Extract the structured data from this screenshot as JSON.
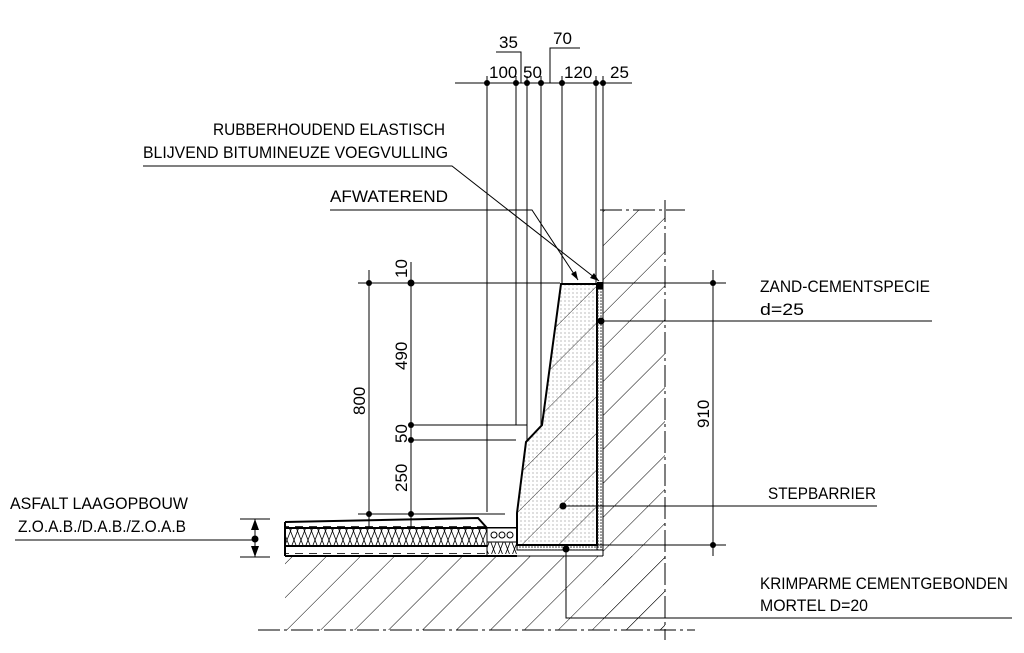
{
  "top_dimensions": {
    "d100": "100",
    "d50": "50",
    "d120": "120",
    "d25": "25",
    "d35": "35",
    "d70": "70"
  },
  "left_dimensions": {
    "d10": "10",
    "d490": "490",
    "d50": "50",
    "d250": "250",
    "d800": "800"
  },
  "right_dimensions": {
    "d910": "910"
  },
  "labels": {
    "joint_line1": "RUBBERHOUDEND ELASTISCH",
    "joint_line2": "BLIJVEND BITUMINEUZE VOEGVULLING",
    "drainage": "AFWATEREND",
    "mortar_line1": "ZAND-CEMENTSPECIE",
    "mortar_line2": "d=25",
    "barrier": "STEPBARRIER",
    "base_line1": "KRIMPARME CEMENTGEBONDEN",
    "base_line2": "MORTEL D=20",
    "asphalt_line1": "ASFALT LAAGOPBOUW",
    "asphalt_line2": "Z.O.A.B./D.A.B./Z.O.A.B"
  }
}
